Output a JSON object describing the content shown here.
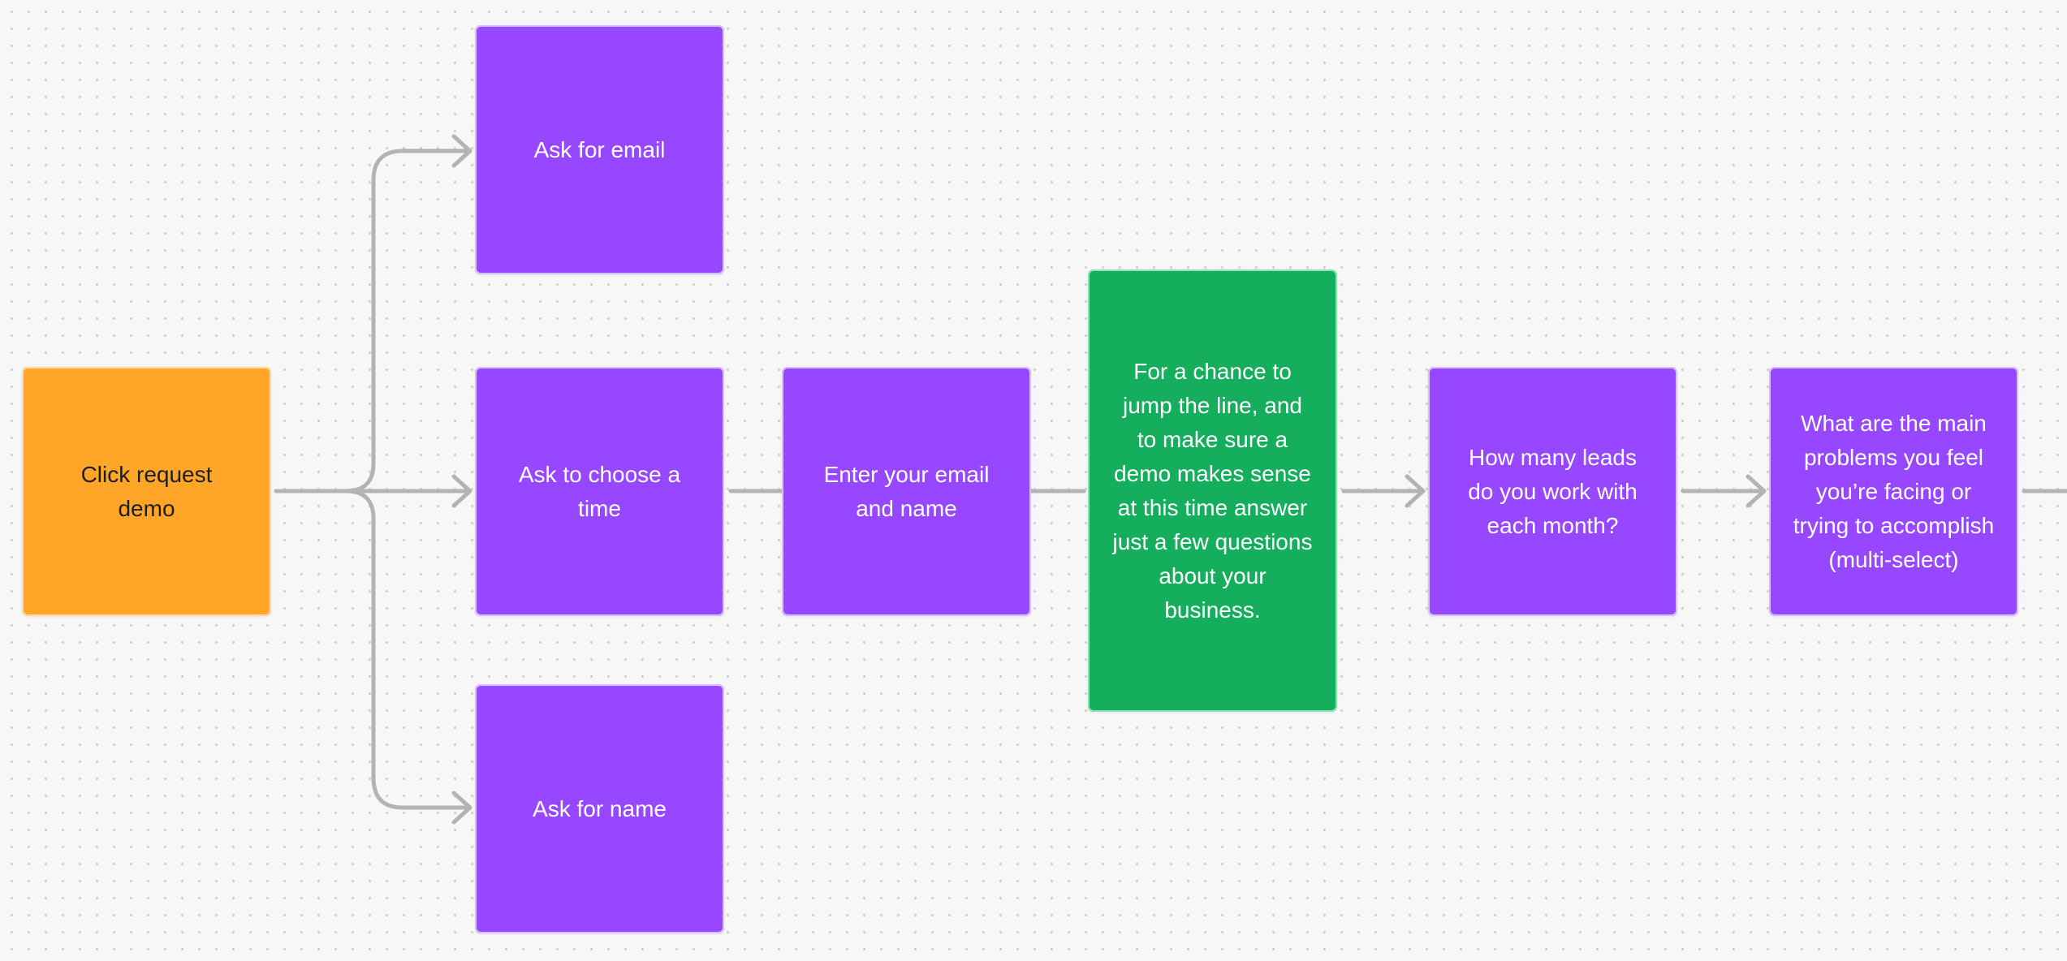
{
  "diagram": {
    "nodes": [
      {
        "id": "click",
        "label": "Click request demo",
        "color": "#ffa629"
      },
      {
        "id": "email",
        "label": "Ask for email",
        "color": "#9747ff"
      },
      {
        "id": "time",
        "label": "Ask to choose a time",
        "color": "#9747ff"
      },
      {
        "id": "name",
        "label": "Ask for name",
        "color": "#9747ff"
      },
      {
        "id": "enter",
        "label": "Enter your email and name",
        "color": "#9747ff"
      },
      {
        "id": "chance",
        "label": "For a chance to jump the line, and to make sure a demo makes sense at this time answer just a few questions about your business.",
        "color": "#14ae5c"
      },
      {
        "id": "leads",
        "label": "How many leads do you work with each month?",
        "color": "#9747ff"
      },
      {
        "id": "problems",
        "label": "What are the main problems you feel you’re facing or trying to accomplish (multi-select)",
        "color": "#9747ff"
      }
    ],
    "edges": [
      {
        "from": "click",
        "to": "email",
        "arrow": true
      },
      {
        "from": "click",
        "to": "time",
        "arrow": true
      },
      {
        "from": "click",
        "to": "name",
        "arrow": true
      },
      {
        "from": "time",
        "to": "enter",
        "arrow": false
      },
      {
        "from": "enter",
        "to": "chance",
        "arrow": false
      },
      {
        "from": "chance",
        "to": "leads",
        "arrow": true
      },
      {
        "from": "leads",
        "to": "problems",
        "arrow": true
      },
      {
        "from": "problems",
        "to": "",
        "arrow": false
      }
    ],
    "connector_color": "#b3b3b3"
  }
}
